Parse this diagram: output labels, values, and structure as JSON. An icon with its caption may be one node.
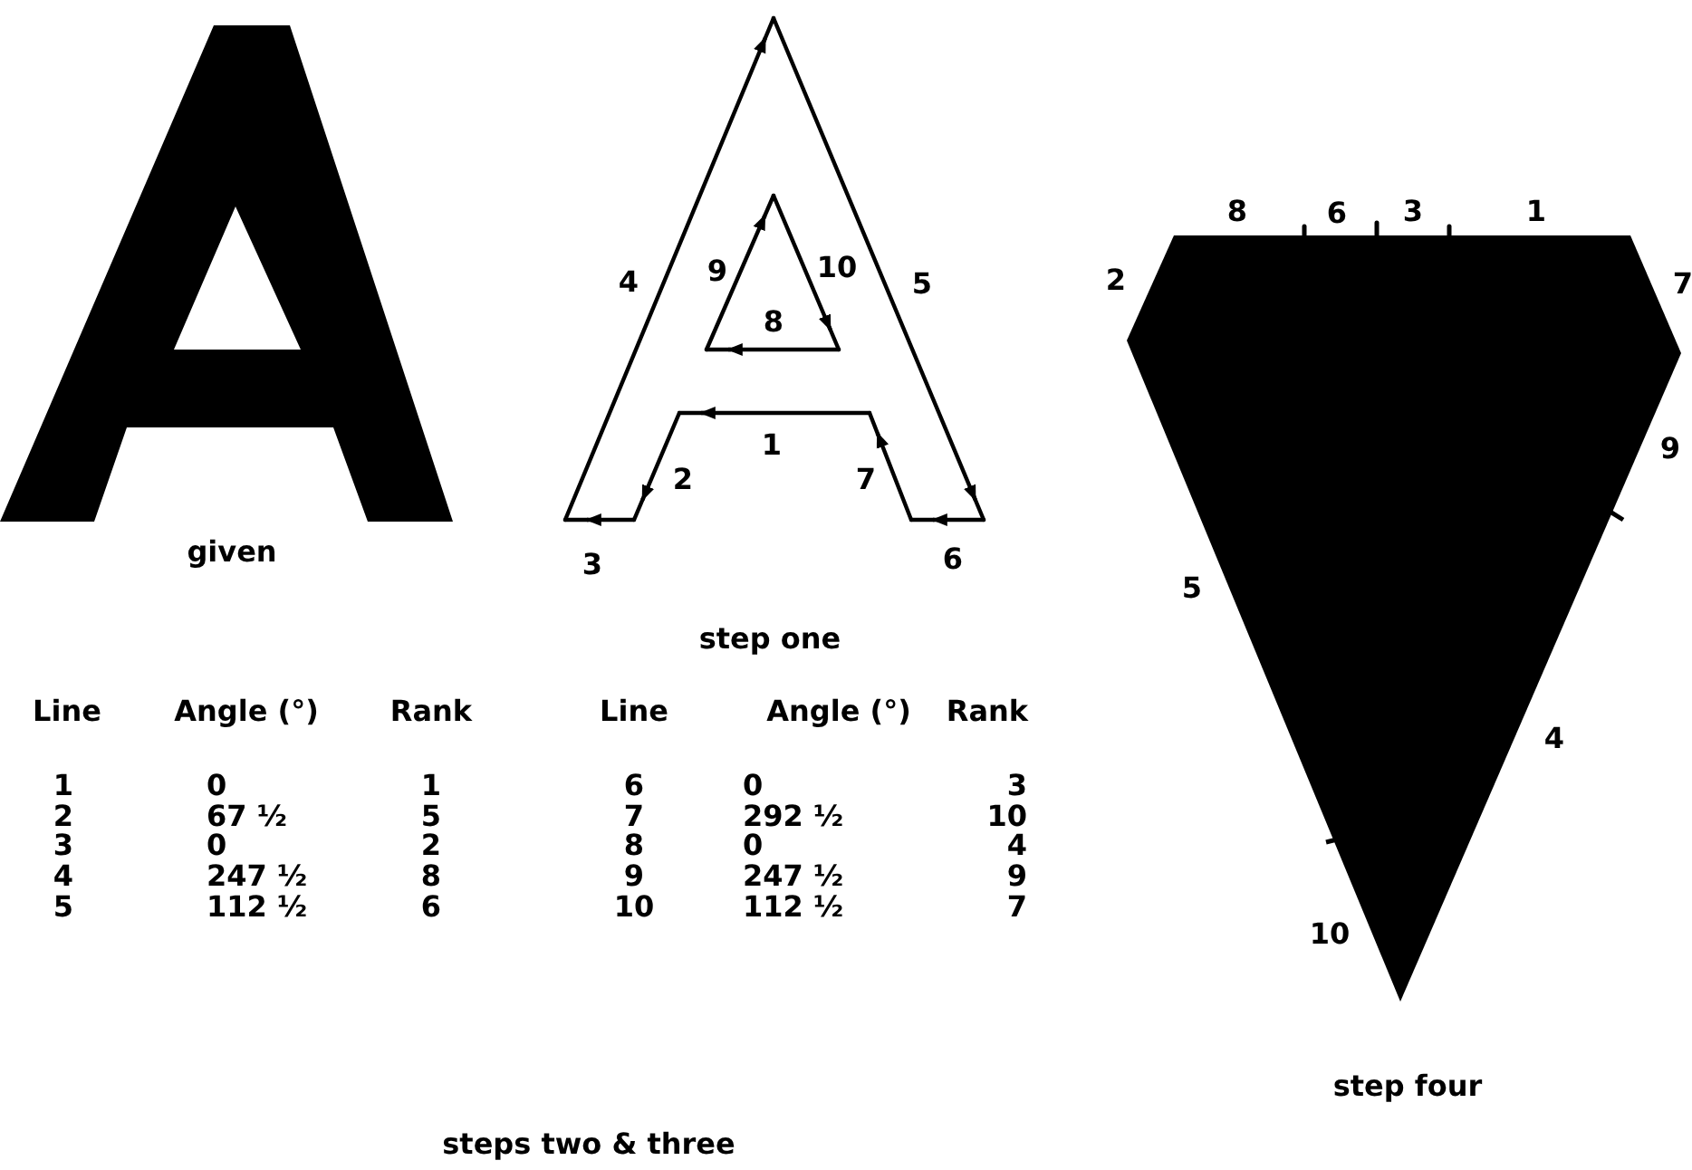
{
  "diagram": {
    "labels": [
      "given",
      "4",
      "9",
      "10",
      "5",
      "8",
      "1",
      "2",
      "7",
      "3",
      "6",
      "step one",
      "8",
      "6",
      "3",
      "1",
      "2",
      "7",
      "9",
      "5",
      "4",
      "10",
      "step four",
      "Line",
      "Angle (°)",
      "Rank",
      "Line",
      "Angle (°)",
      "Rank",
      "1",
      "0",
      "1",
      "6",
      "0",
      "3",
      "2",
      "67 ½",
      "5",
      "7",
      "292 ½",
      "10",
      "3",
      "0",
      "2",
      "8",
      "0",
      "4",
      "4",
      "247 ½",
      "8",
      "9",
      "247 ½",
      "9",
      "5",
      "112 ½",
      "6",
      "10",
      "112 ½",
      "7",
      "steps two & three"
    ]
  }
}
